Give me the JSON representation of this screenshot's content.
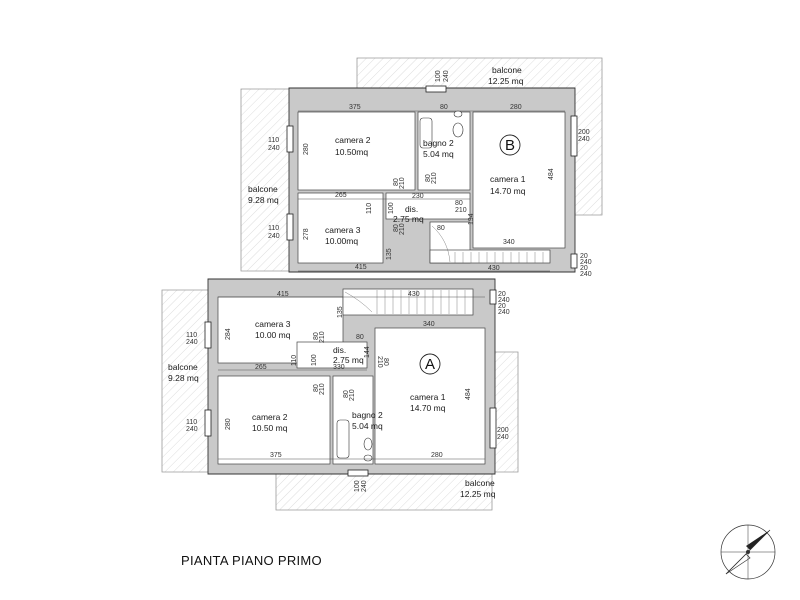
{
  "title": "PIANTA PIANO PRIMO",
  "unit_b": {
    "marker": "B",
    "rooms": {
      "camera2": {
        "name": "camera 2",
        "area": "10.50mq"
      },
      "bagno2": {
        "name": "bagno 2",
        "area": "5.04 mq"
      },
      "camera1": {
        "name": "camera 1",
        "area": "14.70 mq"
      },
      "camera3": {
        "name": "camera 3",
        "area": "10.00mq"
      },
      "dis": {
        "name": "dis.",
        "area": "2.75 mq"
      }
    },
    "balconies": {
      "top": {
        "name": "balcone",
        "area": "12.25 mq"
      },
      "left": {
        "name": "balcone",
        "area": "9.28 mq"
      }
    },
    "dims": {
      "d375": "375",
      "d80": "80",
      "d280": "280",
      "d265": "265",
      "d230": "230",
      "d415": "415",
      "d340": "340",
      "d430": "430",
      "d484": "484",
      "d280v": "280",
      "d278": "278",
      "d110": "110",
      "d100": "100",
      "d135": "135",
      "d194": "194",
      "d80b": "80"
    },
    "windows": {
      "w100": "100",
      "w240a": "240",
      "w110a": "110",
      "w240b": "240",
      "w110b": "110",
      "w240c": "240",
      "w200": "200",
      "w240d": "240",
      "w20a": "20",
      "w240e": "240",
      "w20b": "20",
      "w240f": "240"
    },
    "doors": {
      "d1": "80",
      "d1b": "210",
      "d2": "80",
      "d2b": "210",
      "d3": "80",
      "d3b": "210",
      "d4": "80",
      "d4b": "210"
    }
  },
  "unit_a": {
    "marker": "A",
    "rooms": {
      "camera3": {
        "name": "camera 3",
        "area": "10.00 mq"
      },
      "dis": {
        "name": "dis.",
        "area": "2.75 mq"
      },
      "camera1": {
        "name": "camera 1",
        "area": "14.70 mq"
      },
      "camera2": {
        "name": "camera 2",
        "area": "10.50 mq"
      },
      "bagno2": {
        "name": "bagno 2",
        "area": "5.04 mq"
      }
    },
    "balconies": {
      "left": {
        "name": "balcone",
        "area": "9.28 mq"
      },
      "bottom": {
        "name": "balcone",
        "area": "12.25 mq"
      }
    },
    "dims": {
      "d415": "415",
      "d430": "430",
      "d340": "340",
      "d265": "265",
      "d330": "330",
      "d375": "375",
      "d280": "280",
      "d484": "484",
      "d280v": "280",
      "d284": "284",
      "d110": "110",
      "d100": "100",
      "d135": "135",
      "d80": "80",
      "d144": "144"
    },
    "windows": {
      "w20a": "20",
      "w240a": "240",
      "w20b": "20",
      "w240b": "240",
      "w110a": "110",
      "w240c": "240",
      "w110b": "110",
      "w240d": "240",
      "w200": "200",
      "w240e": "240",
      "w100": "100",
      "w240f": "240"
    },
    "doors": {
      "d1": "80",
      "d1b": "210",
      "d2": "80",
      "d2b": "210",
      "d3": "80",
      "d3b": "210",
      "d4": "80",
      "d4b": "210"
    }
  },
  "colors": {
    "wall": "#c9c9c9",
    "hatch": "#c8c8c8",
    "line": "#333333"
  },
  "icons": {
    "north_arrow": "compass-north-arrow-icon"
  }
}
